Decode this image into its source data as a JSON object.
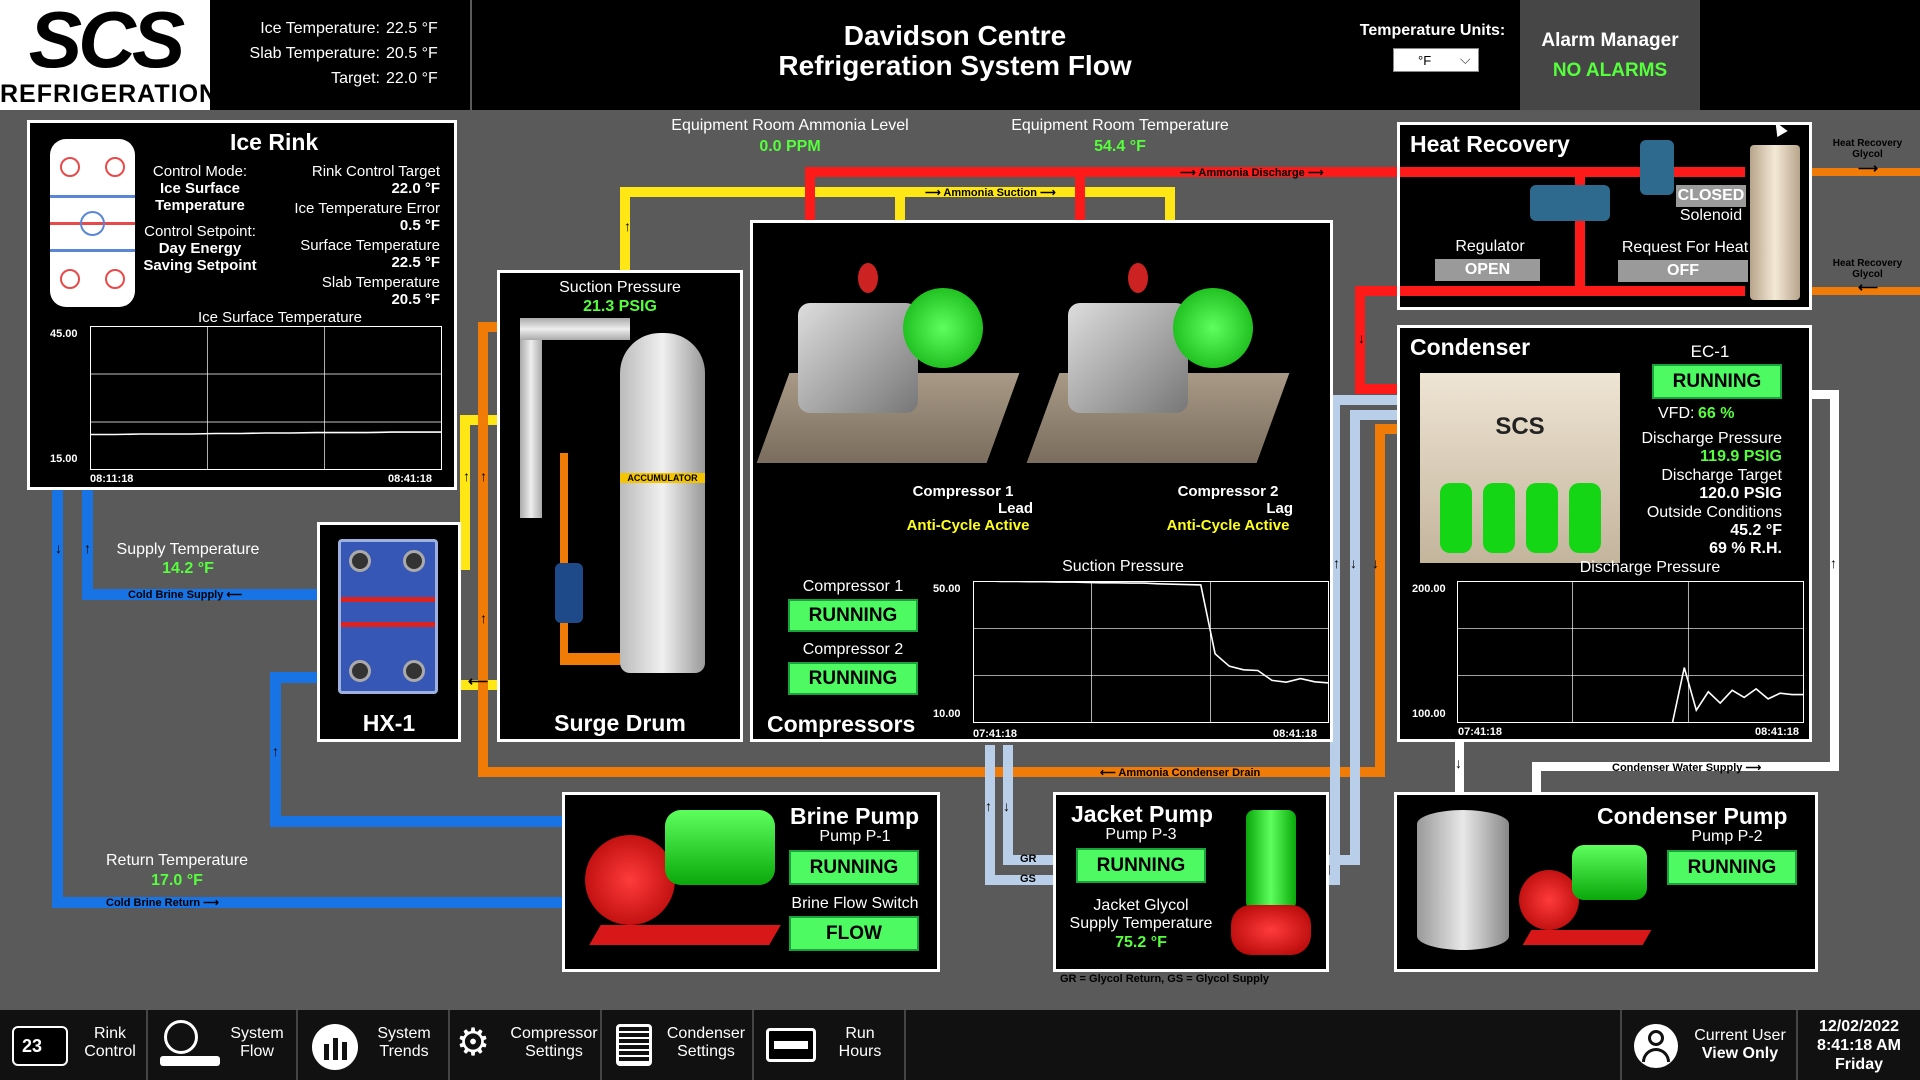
{
  "header": {
    "title_line1": "Davidson Centre",
    "title_line2": "Refrigeration System Flow",
    "ice_temp_label": "Ice Temperature:",
    "ice_temp": "22.5 °F",
    "slab_temp_label": "Slab Temperature:",
    "slab_temp": "20.5 °F",
    "target_label": "Target:",
    "target": "22.0 °F",
    "units_label": "Temperature Units:",
    "units_value": "°F",
    "alarm_label": "Alarm Manager",
    "alarm_status": "NO ALARMS",
    "logo_letters": "SCS",
    "logo_word": "REFRIGERATION"
  },
  "room": {
    "ammonia_label": "Equipment Room Ammonia Level",
    "ammonia_value": "0.0 PPM",
    "temp_label": "Equipment Room Temperature",
    "temp_value": "54.4 °F"
  },
  "pipes": {
    "ammonia_suction": "⟶ Ammonia Suction ⟶",
    "ammonia_discharge": "⟶ Ammonia Discharge ⟶",
    "condenser_drain": "⟵ Ammonia Condenser Drain",
    "cold_brine_supply": "Cold Brine Supply ⟵",
    "cold_brine_return": "Cold Brine Return ⟶",
    "condenser_water_supply": "Condenser Water Supply ⟶",
    "hr_glycol_1": "Heat Recovery Glycol",
    "hr_glycol_2": "Heat Recovery Glycol",
    "gr": "GR",
    "gs": "GS",
    "legend": "GR = Glycol Return, GS = Glycol Supply"
  },
  "rink": {
    "title": "Ice Rink",
    "mode_label": "Control Mode:",
    "mode_value1": "Ice Surface",
    "mode_value2": "Temperature",
    "setpoint_label": "Control Setpoint:",
    "setpoint_value1": "Day Energy",
    "setpoint_value2": "Saving Setpoint",
    "target_label": "Rink Control Target",
    "target_value": "22.0 °F",
    "error_label": "Ice Temperature Error",
    "error_value": "0.5 °F",
    "surface_label": "Surface Temperature",
    "surface_value": "22.5 °F",
    "slab_label": "Slab Temperature",
    "slab_value": "20.5 °F",
    "chart_title": "Ice Surface Temperature",
    "ymax": "45.00",
    "ymin": "15.00",
    "xstart": "08:11:18",
    "xend": "08:41:18"
  },
  "brine": {
    "supply_label": "Supply Temperature",
    "supply_value": "14.2 °F",
    "return_label": "Return Temperature",
    "return_value": "17.0 °F"
  },
  "hx": {
    "title": "HX-1"
  },
  "surge": {
    "title": "Surge Drum",
    "suction_label": "Suction Pressure",
    "suction_value": "21.3 PSIG",
    "tank_label": "ACCUMULATOR"
  },
  "compressors": {
    "title": "Compressors",
    "c1_name": "Compressor 1",
    "c1_role": "Lead",
    "c1_note": "Anti-Cycle Active",
    "c2_name": "Compressor 2",
    "c2_role": "Lag",
    "c2_note": "Anti-Cycle Active",
    "c1_status_label": "Compressor 1",
    "c1_status": "RUNNING",
    "c2_status_label": "Compressor 2",
    "c2_status": "RUNNING",
    "chart_title": "Suction Pressure",
    "ymax": "50.00",
    "ymin": "10.00",
    "xstart": "07:41:18",
    "xend": "08:41:18"
  },
  "heat_recovery": {
    "title": "Heat Recovery",
    "solenoid_state": "CLOSED",
    "solenoid_label": "Solenoid",
    "regulator_label": "Regulator",
    "regulator_state": "OPEN",
    "request_label": "Request For Heat",
    "request_state": "OFF"
  },
  "condenser": {
    "title": "Condenser",
    "unit": "EC-1",
    "status": "RUNNING",
    "vfd_label": "VFD:",
    "vfd_value": "66 %",
    "discharge_label": "Discharge Pressure",
    "discharge_value": "119.9 PSIG",
    "target_label": "Discharge Target",
    "target_value": "120.0 PSIG",
    "outside_label": "Outside Conditions",
    "outside_temp": "45.2 °F",
    "outside_rh": "69 % R.H.",
    "chart_title": "Discharge Pressure",
    "ymax": "200.00",
    "ymin": "100.00",
    "xstart": "07:41:18",
    "xend": "08:41:18"
  },
  "brine_pump": {
    "title": "Brine Pump",
    "id": "Pump P-1",
    "status": "RUNNING",
    "flow_label": "Brine Flow Switch",
    "flow_status": "FLOW"
  },
  "jacket_pump": {
    "title": "Jacket Pump",
    "id": "Pump P-3",
    "status": "RUNNING",
    "temp_label1": "Jacket Glycol",
    "temp_label2": "Supply Temperature",
    "temp_value": "75.2 °F"
  },
  "condenser_pump": {
    "title": "Condenser Pump",
    "id": "Pump P-2",
    "status": "RUNNING"
  },
  "nav": {
    "items": [
      {
        "label": "Rink\nControl",
        "icon_text": "23"
      },
      {
        "label": "System\nFlow"
      },
      {
        "label": "System\nTrends"
      },
      {
        "label": "Compressor\nSettings"
      },
      {
        "label": "Condenser\nSettings"
      },
      {
        "label": "Run\nHours"
      }
    ],
    "user_label": "Current User",
    "user_value": "View Only",
    "date": "12/02/2022",
    "time": "8:41:18 AM",
    "day": "Friday"
  },
  "chart_data": [
    {
      "type": "line",
      "title": "Ice Surface Temperature",
      "ylim": [
        15,
        45
      ],
      "x": [
        "08:11:18",
        "08:41:18"
      ],
      "series": [
        {
          "values": [
            22.4,
            22.4,
            22.5,
            22.5,
            22.5,
            22.6,
            22.6,
            22.7,
            22.7,
            22.8,
            22.8,
            22.8,
            22.9,
            22.9,
            22.9
          ]
        }
      ]
    },
    {
      "type": "line",
      "title": "Suction Pressure",
      "ylim": [
        10,
        50
      ],
      "x": [
        "07:41:18",
        "08:41:18"
      ],
      "series": [
        {
          "values": [
            50,
            50,
            49.9,
            49.9,
            49.8,
            49.8,
            49.7,
            49.7,
            49.6,
            49.5,
            49.5,
            49.4,
            49.4,
            49.2,
            49.1,
            49,
            48.9,
            29.5,
            26,
            25,
            24.8,
            22,
            21.5,
            22.5,
            21.6,
            21.3
          ]
        }
      ]
    },
    {
      "type": "line",
      "title": "Discharge Pressure",
      "ylim": [
        100,
        200
      ],
      "x": [
        "07:41:18",
        "08:41:18"
      ],
      "series": [
        {
          "values": [
            null,
            null,
            null,
            null,
            null,
            null,
            null,
            null,
            null,
            null,
            null,
            null,
            null,
            null,
            null,
            null,
            null,
            null,
            100,
            139,
            109,
            122,
            114,
            123,
            118,
            124,
            117,
            121,
            120,
            120
          ]
        }
      ]
    }
  ]
}
